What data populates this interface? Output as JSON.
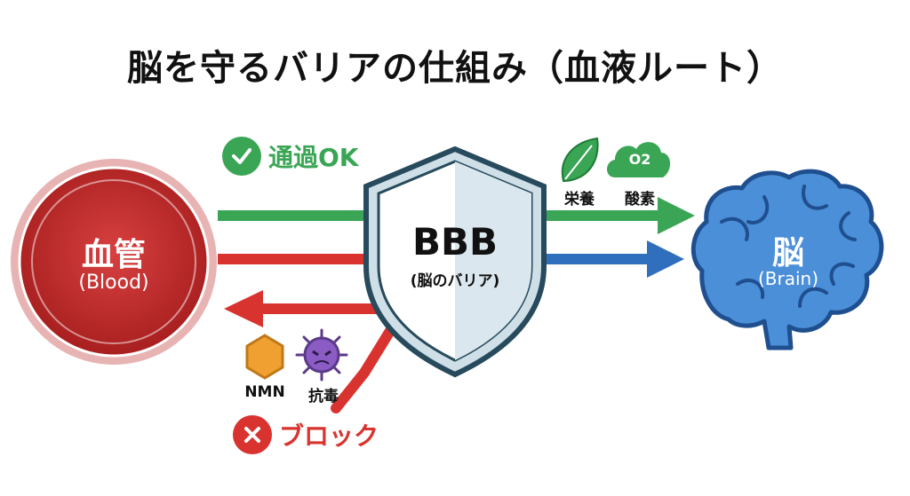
{
  "title": "脳を守るバリアの仕組み（血液ルート）",
  "pass": {
    "label": "通過OK",
    "icon": "check-circle-icon",
    "color": "#3aa655"
  },
  "block": {
    "label": "ブロック",
    "icon": "cross-circle-icon",
    "color": "#d9332f"
  },
  "blood": {
    "label": "血管",
    "sublabel": "(Blood)",
    "color": "#c62828"
  },
  "bbb": {
    "label": "BBB",
    "sublabel": "(脳のバリア)",
    "icon": "shield-icon"
  },
  "brain": {
    "label": "脳",
    "sublabel": "(Brain)",
    "icon": "brain-icon",
    "color": "#2f6fbd"
  },
  "passed_items": [
    {
      "label": "栄養",
      "icon": "leaf-icon"
    },
    {
      "label": "酸素",
      "icon": "oxygen-cloud-icon",
      "symbol": "O2"
    }
  ],
  "blocked_items": [
    {
      "label": "NMN",
      "icon": "hexagon-molecule-icon"
    },
    {
      "label": "抗毒",
      "icon": "virus-icon"
    }
  ]
}
